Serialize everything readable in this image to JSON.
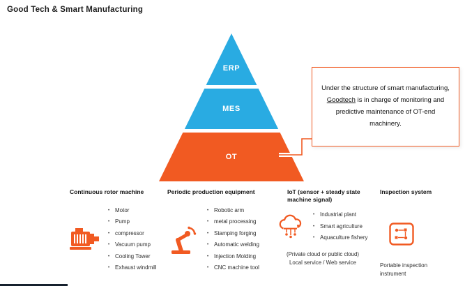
{
  "title": "Good Tech & Smart Manufacturing",
  "colors": {
    "orange": "#F15A22",
    "blue": "#29ABE2"
  },
  "pyramid": {
    "tiers": [
      {
        "label": "ERP"
      },
      {
        "label": "MES"
      },
      {
        "label": "OT"
      }
    ]
  },
  "callout": {
    "text_before": "Under the structure of smart manufacturing, ",
    "highlight": "Goodtech",
    "text_after": " is in charge of monitoring and predictive maintenance of OT-end machinery."
  },
  "columns": [
    {
      "header": "Continuous rotor machine",
      "icon": "motor-icon",
      "items": [
        "Motor",
        "Pump",
        "compressor",
        "Vacuum pump",
        "Cooling Tower",
        "Exhaust windmill"
      ]
    },
    {
      "header": "Periodic production equipment",
      "icon": "robot-arm-icon",
      "items": [
        "Robotic arm",
        "metal processing",
        "Stamping forging",
        "Automatic welding",
        "Injection Molding",
        "CNC machine tool"
      ]
    },
    {
      "header": "IoT (sensor + steady state machine signal)",
      "icon": "iot-cloud-icon",
      "items": [
        "Industrial plant",
        "Smart agriculture",
        "Aquaculture fishery"
      ],
      "note_line1": "(Private cloud or public cloud)",
      "note_line2": "Local service / Web service"
    },
    {
      "header": "Inspection system",
      "icon": "inspection-instrument-icon",
      "items": [],
      "note_line1": "Portable inspection",
      "note_line2": "instrument"
    }
  ]
}
